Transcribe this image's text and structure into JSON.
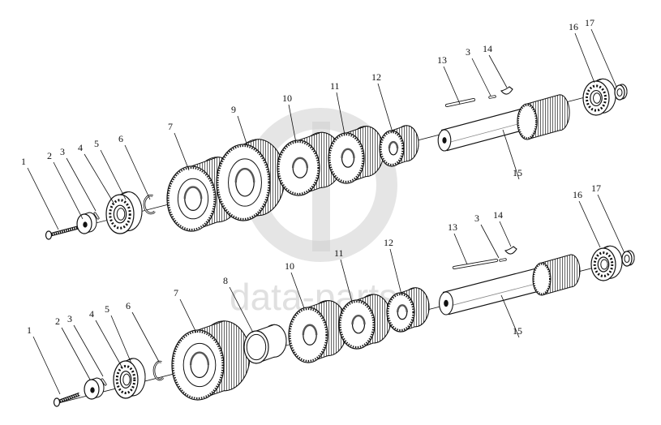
{
  "watermark": {
    "text": "data-parts",
    "color": "#b4b4b4"
  },
  "colors": {
    "ink": "#111111",
    "paper": "#ffffff",
    "shade": "#9a9a9a"
  },
  "assemblies": [
    {
      "id": "upper",
      "callouts": [
        {
          "n": "1"
        },
        {
          "n": "2"
        },
        {
          "n": "3"
        },
        {
          "n": "4"
        },
        {
          "n": "5"
        },
        {
          "n": "6"
        },
        {
          "n": "7"
        },
        {
          "n": "9"
        },
        {
          "n": "10"
        },
        {
          "n": "11"
        },
        {
          "n": "12"
        },
        {
          "n": "13"
        },
        {
          "n": "3"
        },
        {
          "n": "14"
        },
        {
          "n": "15"
        },
        {
          "n": "16"
        },
        {
          "n": "17"
        }
      ]
    },
    {
      "id": "lower",
      "callouts": [
        {
          "n": "1"
        },
        {
          "n": "2"
        },
        {
          "n": "3"
        },
        {
          "n": "4"
        },
        {
          "n": "5"
        },
        {
          "n": "6"
        },
        {
          "n": "7"
        },
        {
          "n": "8"
        },
        {
          "n": "10"
        },
        {
          "n": "11"
        },
        {
          "n": "12"
        },
        {
          "n": "13"
        },
        {
          "n": "3"
        },
        {
          "n": "14"
        },
        {
          "n": "15"
        },
        {
          "n": "16"
        },
        {
          "n": "17"
        }
      ]
    }
  ]
}
